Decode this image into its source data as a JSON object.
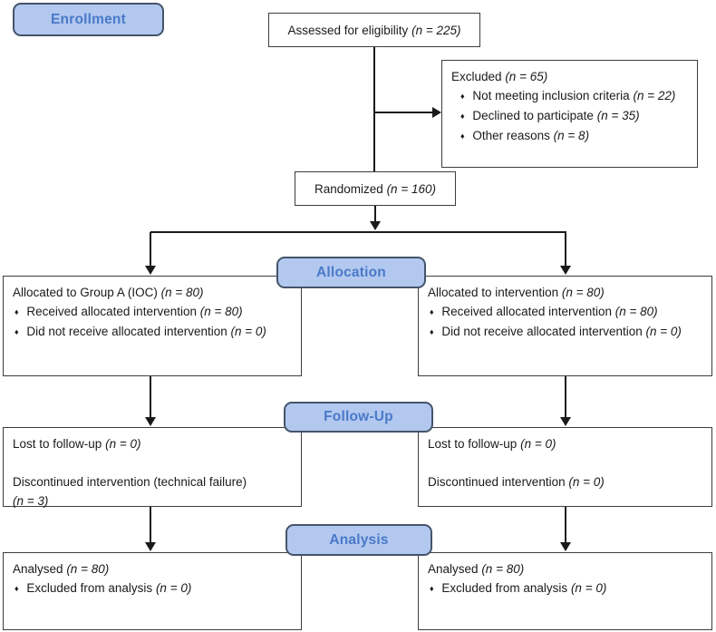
{
  "title": "CONSORT participant flow diagram",
  "bullet_char": "♦",
  "colors": {
    "badge_fill": "#b2c8ef",
    "badge_border": "#44546a",
    "badge_text": "#4a79c9",
    "box_border": "#3d3d3d",
    "arrow": "#1a1a1a"
  },
  "stage_labels": {
    "enrollment": "Enrollment",
    "allocation": "Allocation",
    "followup": "Follow-Up",
    "analysis": "Analysis"
  },
  "boxes": {
    "assessed": {
      "text": "Assessed for eligibility",
      "n": "(n = 225)"
    },
    "excluded": {
      "title": {
        "text": "Excluded",
        "n": "(n = 65)"
      },
      "items": [
        {
          "text": "Not meeting inclusion criteria",
          "n": "(n = 22)"
        },
        {
          "text": "Declined to participate",
          "n": "(n = 35)"
        },
        {
          "text": "Other reasons",
          "n": "(n = 8)"
        }
      ]
    },
    "randomized": {
      "text": "Randomized",
      "n": "(n = 160)"
    },
    "allocation_left": {
      "title": {
        "text": "Allocated to Group A (IOC)",
        "n": "(n = 80)"
      },
      "items": [
        {
          "text": "Received allocated intervention",
          "n": "(n = 80)"
        },
        {
          "text": "Did not receive allocated intervention",
          "n": "(n = 0)"
        }
      ]
    },
    "allocation_right": {
      "title": {
        "text": "Allocated to intervention",
        "n": "(n = 80)"
      },
      "items": [
        {
          "text": "Received allocated intervention",
          "n": "(n = 80)"
        },
        {
          "text": "Did not receive allocated intervention",
          "n": "(n = 0)"
        }
      ]
    },
    "followup_left": {
      "line1": {
        "text": "Lost to follow-up",
        "n": "(n = 0)"
      },
      "line2": {
        "text": "Discontinued intervention (technical failure)"
      },
      "line3": {
        "n": "(n = 3)"
      }
    },
    "followup_right": {
      "line1": {
        "text": "Lost to follow-up",
        "n": "(n = 0)"
      },
      "line2": {
        "text": "Discontinued intervention",
        "n": "(n = 0)"
      }
    },
    "analysis_left": {
      "title": {
        "text": "Analysed",
        "n": "(n = 80)"
      },
      "items": [
        {
          "text": "Excluded from analysis",
          "n": "(n = 0)"
        }
      ]
    },
    "analysis_right": {
      "title": {
        "text": "Analysed",
        "n": "(n = 80)"
      },
      "items": [
        {
          "text": "Excluded from analysis",
          "n": "(n = 0)"
        }
      ]
    }
  }
}
